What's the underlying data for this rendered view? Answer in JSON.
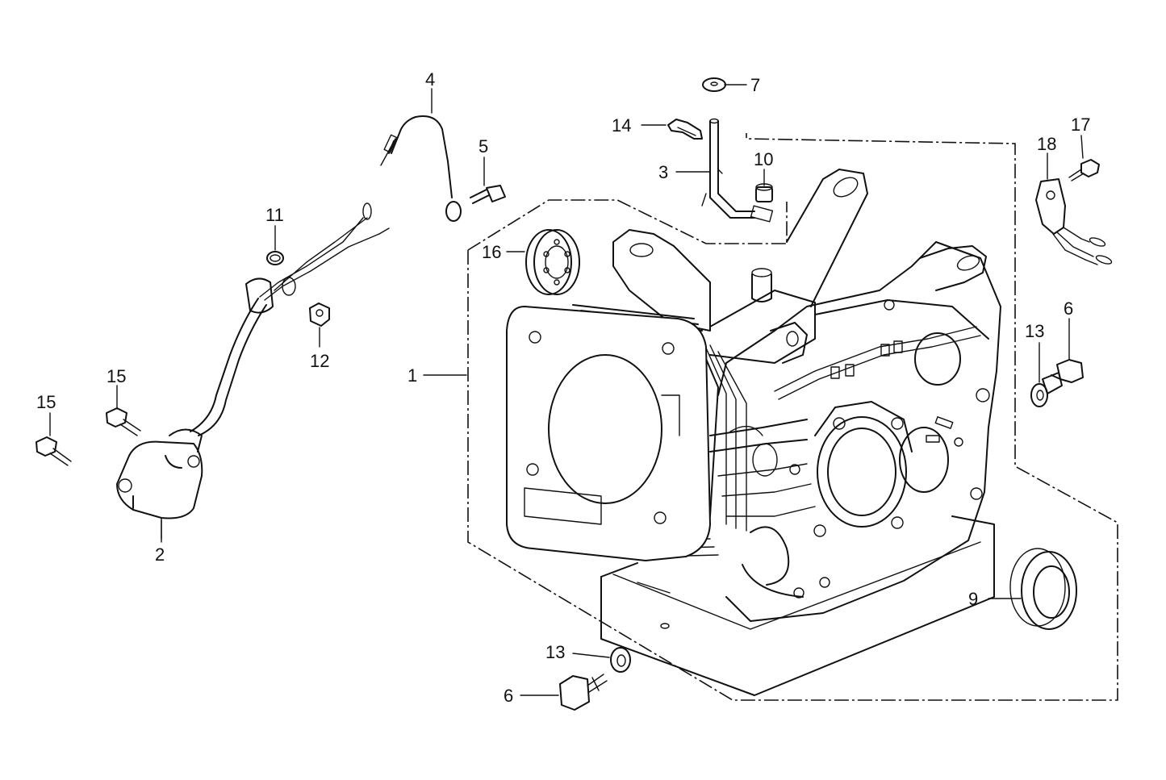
{
  "callouts": [
    {
      "id": "c1",
      "text": "1"
    },
    {
      "id": "c2",
      "text": "2"
    },
    {
      "id": "c3",
      "text": "3"
    },
    {
      "id": "c4",
      "text": "4"
    },
    {
      "id": "c5",
      "text": "5"
    },
    {
      "id": "c6a",
      "text": "6"
    },
    {
      "id": "c6b",
      "text": "6"
    },
    {
      "id": "c7",
      "text": "7"
    },
    {
      "id": "c9",
      "text": "9"
    },
    {
      "id": "c10",
      "text": "10"
    },
    {
      "id": "c11",
      "text": "11"
    },
    {
      "id": "c12",
      "text": "12"
    },
    {
      "id": "c13a",
      "text": "13"
    },
    {
      "id": "c13b",
      "text": "13"
    },
    {
      "id": "c14",
      "text": "14"
    },
    {
      "id": "c15a",
      "text": "15"
    },
    {
      "id": "c15b",
      "text": "15"
    },
    {
      "id": "c16",
      "text": "16"
    },
    {
      "id": "c17",
      "text": "17"
    },
    {
      "id": "c18",
      "text": "18"
    }
  ]
}
